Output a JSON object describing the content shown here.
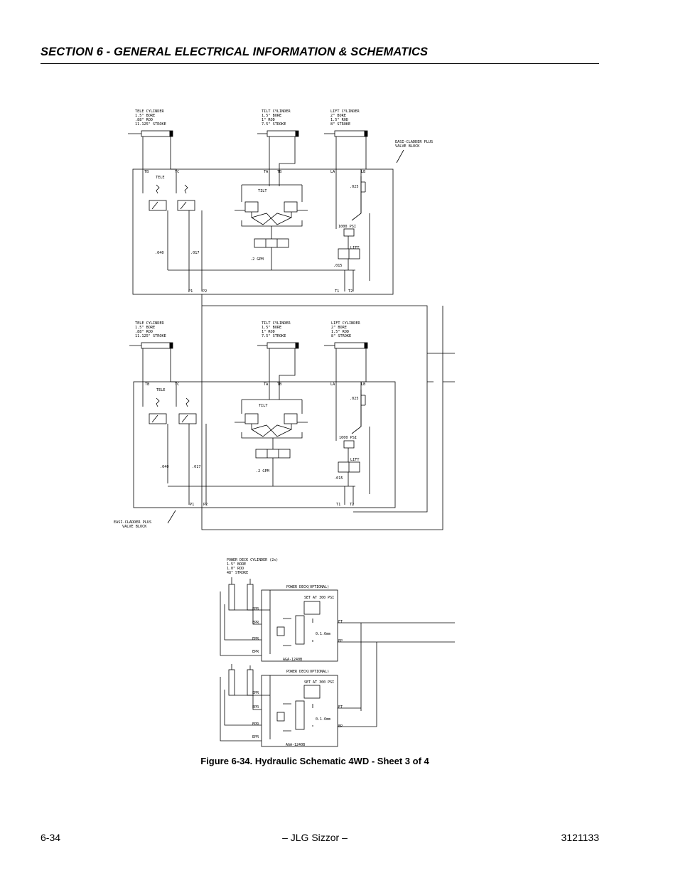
{
  "header": {
    "section_title": "SECTION 6 - GENERAL ELECTRICAL INFORMATION & SCHEMATICS"
  },
  "diagram": {
    "block1": {
      "tele_cyl": [
        "TELE CYLINDER",
        "1.5\" BORE",
        ".88\" ROD",
        "11.125\" STROKE"
      ],
      "tilt_cyl": [
        "TILT CYLINDER",
        "1.5\" BORE",
        "1\" ROD",
        "7.5\" STROKE"
      ],
      "lift_cyl": [
        "LIFT CYLINDER",
        "2\" BORE",
        "1.5\" ROD",
        "8\" STROKE"
      ],
      "valve_block": [
        "EASI-CLADDER PLUS",
        "VALVE BLOCK"
      ],
      "ports": {
        "tb": "TB",
        "tc": "TC",
        "ta": "TA",
        "tb2": "TB",
        "la": "LA",
        "lb": "LB",
        "p1": "P1",
        "p2": "P2",
        "t1": "T1",
        "t2": "T2"
      },
      "labels": {
        "tele": "TELE",
        "tilt": "TILT",
        "lift": "LIFT",
        "psi": "1000 PSI",
        "o025": ".025",
        "o040": ".040",
        "o017": ".017",
        "gpm": ".2 GPM",
        "o015": ".015"
      }
    },
    "block2": {
      "tele_cyl": [
        "TELE CYLINDER",
        "1.5\" BORE",
        ".88\" ROD",
        "11.125\" STROKE"
      ],
      "tilt_cyl": [
        "TILT CYLINDER",
        "1.5\" BORE",
        "1\" ROD",
        "7.5\" STROKE"
      ],
      "lift_cyl": [
        "LIFT CYLINDER",
        "2\" BORE",
        "1.5\" ROD",
        "8\" STROKE"
      ],
      "valve_block": [
        "EASI-CLADDER PLUS",
        "VALVE BLOCK"
      ],
      "ports": {
        "tb": "TB",
        "tc": "TC",
        "ta": "TA",
        "tb2": "TB",
        "la": "LA",
        "lb": "LB",
        "p1": "P1",
        "p2": "P2",
        "t1": "T1",
        "t2": "T2"
      },
      "labels": {
        "tele": "TELE",
        "tilt": "TILT",
        "lift": "LIFT",
        "psi": "1000 PSI",
        "o025": ".025",
        "o040": ".040",
        "o017": ".017",
        "gpm": ".2 GPM",
        "o015": ".015"
      }
    },
    "deck": {
      "cylinder": [
        "POWER DECK CYLINDER (2x)",
        "1.5\" BORE",
        "1.0\" ROD",
        "48\" STROKE"
      ],
      "unit1": {
        "title": "POWER DECK(OPTIONAL)",
        "set": "SET AT 300 PSI",
        "part": "AGA-1240B",
        "orifice": "0.1.6mm",
        "ports": [
          "EPR",
          "EPR",
          "EPR",
          "EPR"
        ],
        "et": "ET",
        "ep": "EP"
      },
      "unit2": {
        "title": "POWER DECK(OPTIONAL)",
        "set": "SET AT 300 PSI",
        "part": "AGA-1240B",
        "orifice": "0.1.6mm",
        "ports": [
          "EPR",
          "EPR",
          "EPR",
          "EPR"
        ],
        "et": "ET",
        "ep": "EP"
      }
    }
  },
  "caption": "Figure 6-34.  Hydraulic Schematic 4WD - Sheet 3 of 4",
  "footer": {
    "page": "6-34",
    "center": "– JLG Sizzor –",
    "doc_number": "3121133"
  }
}
